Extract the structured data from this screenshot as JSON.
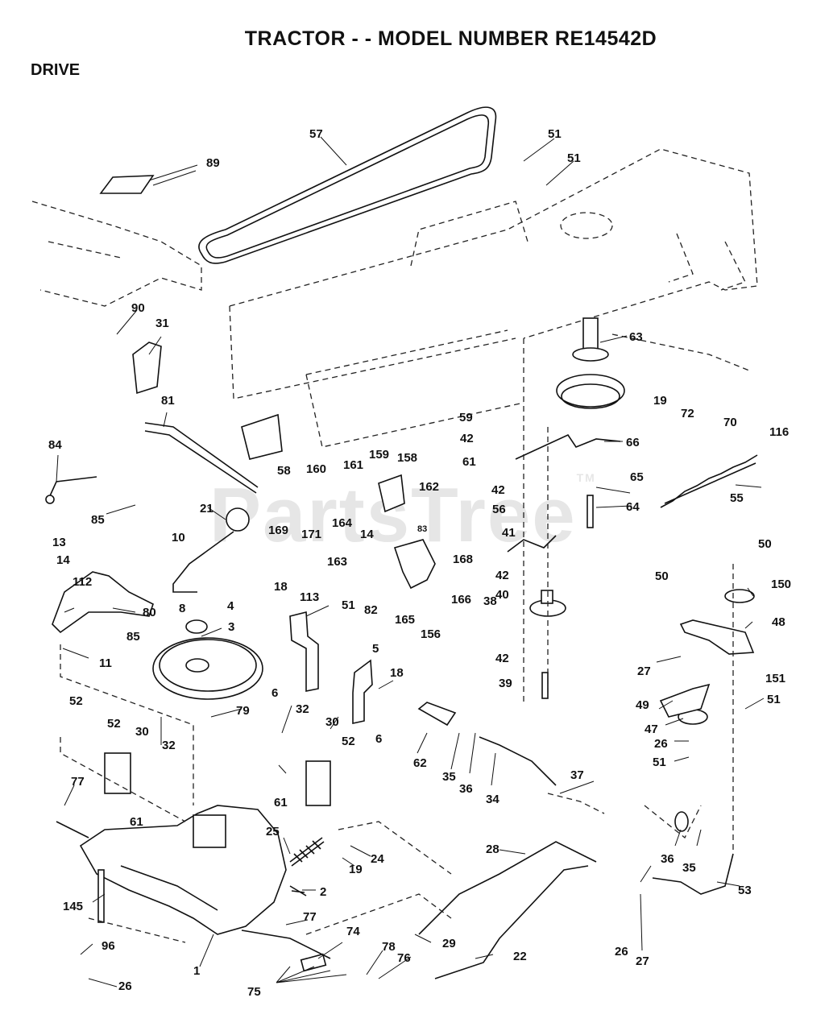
{
  "header": {
    "title": "TRACTOR - - MODEL NUMBER RE14542D",
    "section": "DRIVE"
  },
  "watermark": {
    "text": "PartsTree",
    "tm": "TM"
  },
  "callouts": [
    "1",
    "2",
    "3",
    "4",
    "5",
    "6",
    "6",
    "8",
    "10",
    "11",
    "13",
    "14",
    "14",
    "18",
    "18",
    "19",
    "19",
    "21",
    "22",
    "24",
    "25",
    "26",
    "26",
    "26",
    "27",
    "27",
    "28",
    "29",
    "30",
    "30",
    "31",
    "32",
    "32",
    "34",
    "35",
    "35",
    "36",
    "36",
    "37",
    "38",
    "39",
    "40",
    "41",
    "42",
    "42",
    "42",
    "42",
    "47",
    "48",
    "49",
    "50",
    "50",
    "51",
    "51",
    "51",
    "51",
    "51",
    "52",
    "52",
    "52",
    "53",
    "55",
    "56",
    "57",
    "58",
    "59",
    "61",
    "61",
    "61",
    "62",
    "63",
    "64",
    "65",
    "66",
    "70",
    "72",
    "74",
    "75",
    "76",
    "77",
    "77",
    "78",
    "79",
    "80",
    "81",
    "82",
    "83",
    "84",
    "85",
    "85",
    "89",
    "90",
    "96",
    "112",
    "113",
    "116",
    "145",
    "150",
    "151",
    "156",
    "158",
    "159",
    "160",
    "161",
    "162",
    "163",
    "164",
    "165",
    "166",
    "168",
    "169",
    "171"
  ]
}
